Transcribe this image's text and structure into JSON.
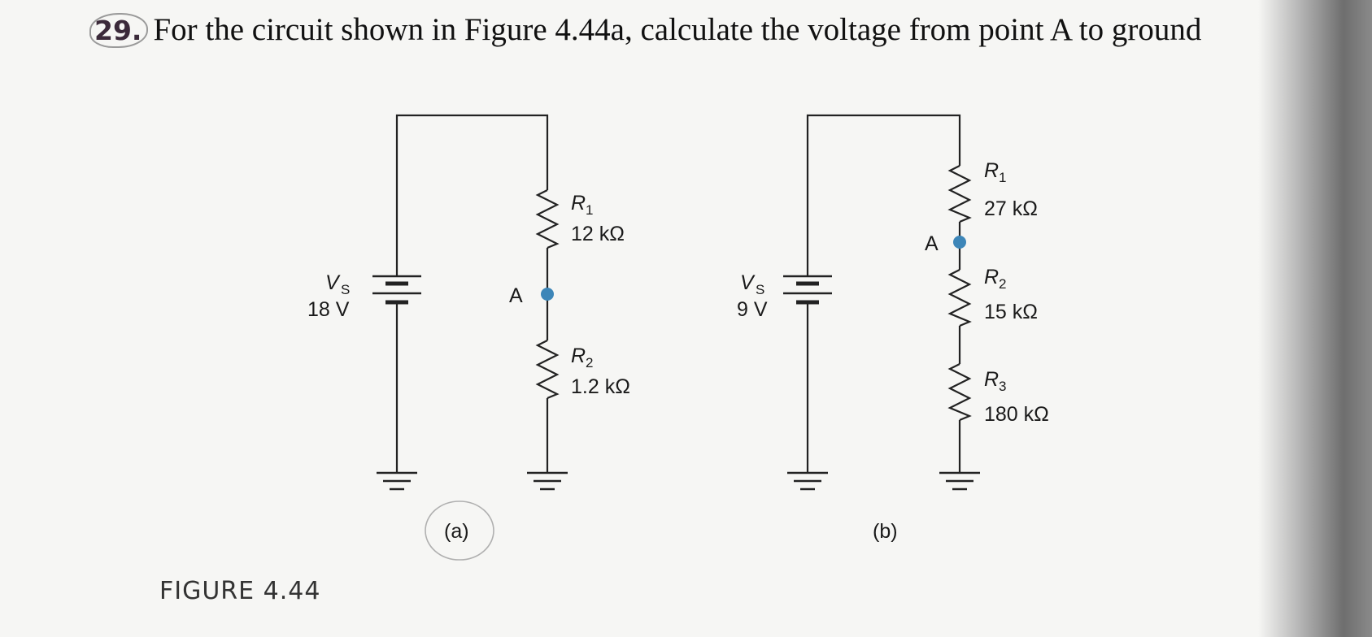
{
  "question": {
    "number": "29.",
    "text": "For the circuit shown in Figure 4.44a, calculate the voltage from point A to ground"
  },
  "figure": {
    "caption": "FIGURE 4.44",
    "circuit_a": {
      "label": "(a)",
      "source": {
        "symbol": "V",
        "subscript": "S",
        "value": "18 V"
      },
      "node": "A",
      "resistors": [
        {
          "name": "R",
          "subscript": "1",
          "value": "12 kΩ"
        },
        {
          "name": "R",
          "subscript": "2",
          "value": "1.2 kΩ"
        }
      ]
    },
    "circuit_b": {
      "label": "(b)",
      "source": {
        "symbol": "V",
        "subscript": "S",
        "value": "9 V"
      },
      "node": "A",
      "resistors": [
        {
          "name": "R",
          "subscript": "1",
          "value": "27 kΩ"
        },
        {
          "name": "R",
          "subscript": "2",
          "value": "15 kΩ"
        },
        {
          "name": "R",
          "subscript": "3",
          "value": "180 kΩ"
        }
      ]
    }
  },
  "colors": {
    "node_dot": "#3d86b8",
    "wire": "#222222",
    "paper": "#f6f6f4"
  }
}
